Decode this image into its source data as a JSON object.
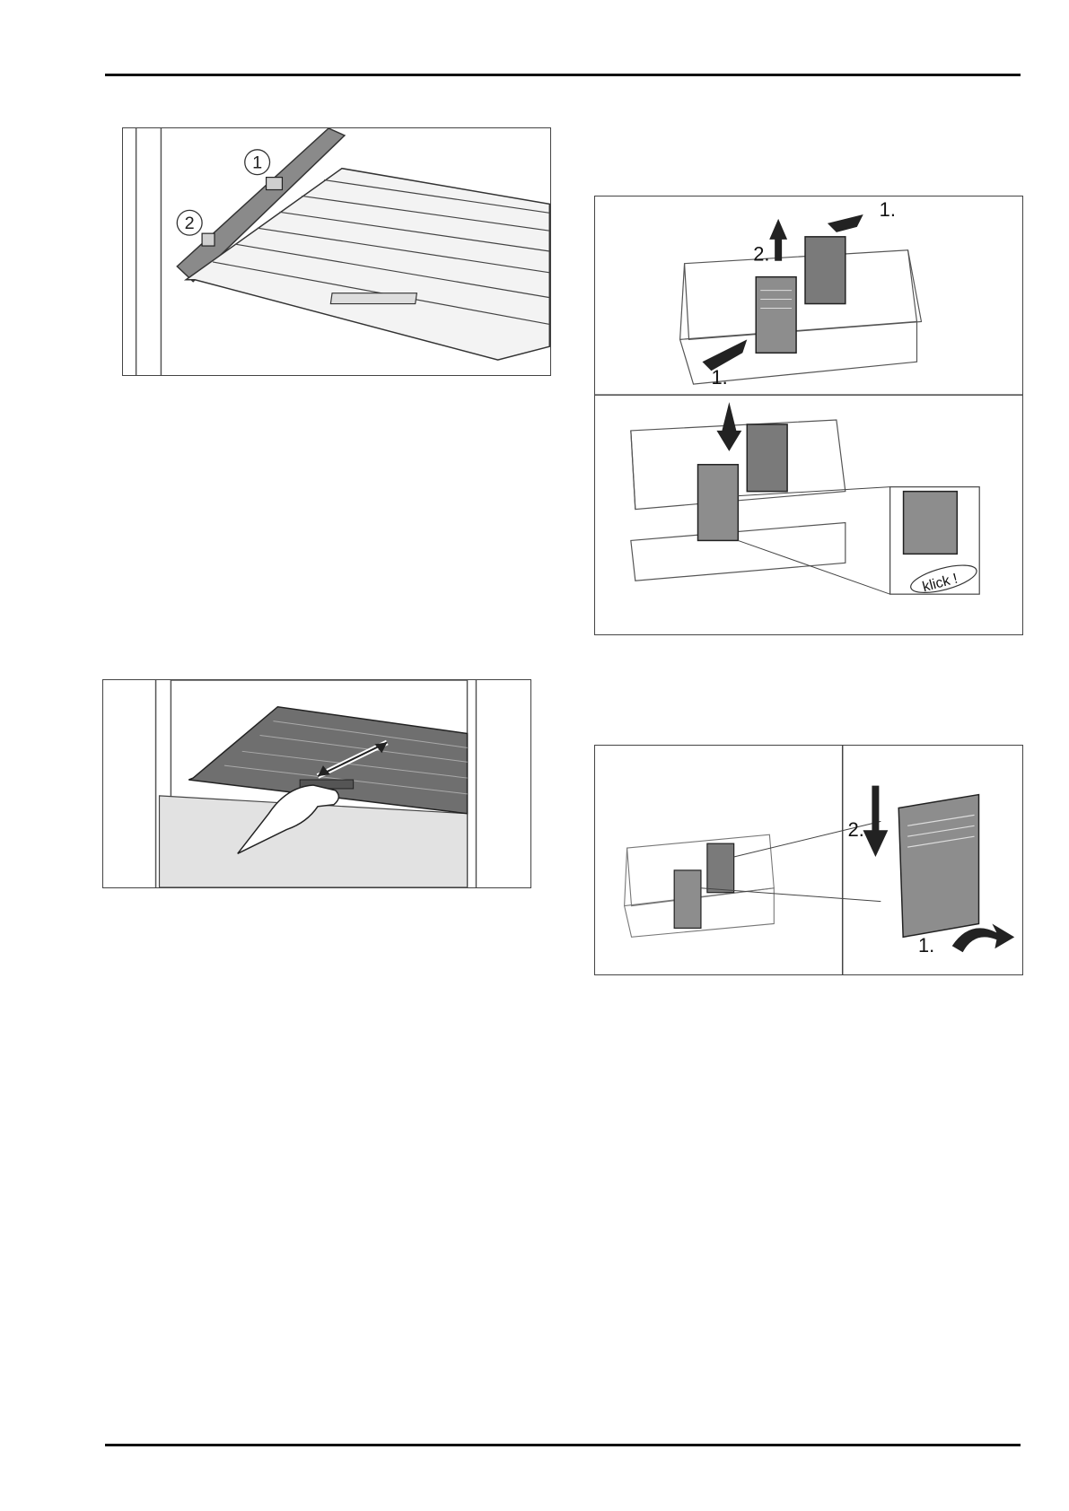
{
  "figures": {
    "shelf_rail": {
      "callouts": [
        "1",
        "2"
      ]
    },
    "shelf_slide": {},
    "filter_insert": {
      "step_top_1a": "1.",
      "step_top_2": "2.",
      "step_top_1b": "1.",
      "klick": "klick !"
    },
    "filter_remove": {
      "step_2": "2.",
      "step_1": "1."
    }
  },
  "colors": {
    "rule": "#111111",
    "part_dark": "#6d6d6d",
    "part_mid": "#9a9a9a",
    "line": "#333333"
  }
}
